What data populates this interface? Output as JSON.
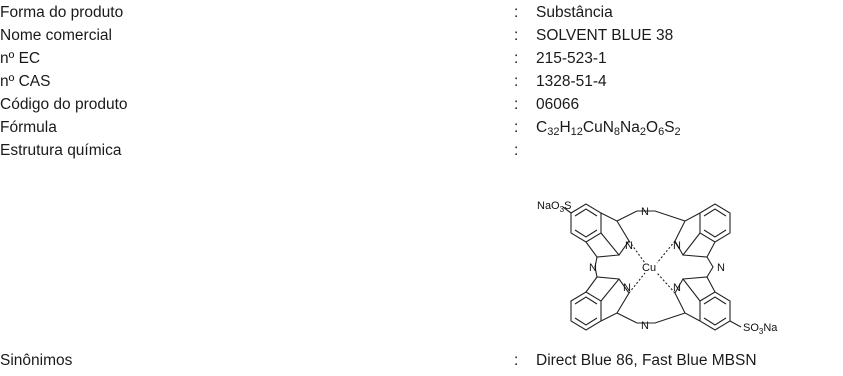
{
  "rows": [
    {
      "label": "Forma do produto",
      "value": "Substância"
    },
    {
      "label": "Nome comercial",
      "value": "SOLVENT BLUE 38"
    },
    {
      "label": "nº EC",
      "value": "215-523-1"
    },
    {
      "label": "nº CAS",
      "value": "1328-51-4"
    },
    {
      "label": "Código do produto",
      "value": "06066"
    },
    {
      "label": "Fórmula",
      "value": ""
    },
    {
      "label": "Estrutura química",
      "value": ""
    },
    {
      "label": "Sinônimos",
      "value": "Direct Blue 86, Fast Blue MBSN"
    }
  ],
  "separator": ":",
  "formula": {
    "parts": [
      {
        "el": "C",
        "n": "32"
      },
      {
        "el": "H",
        "n": "12"
      },
      {
        "el": "CuN",
        "n": "8"
      },
      {
        "el": "Na",
        "n": "2"
      },
      {
        "el": "O",
        "n": "6"
      },
      {
        "el": "S",
        "n": "2"
      }
    ]
  },
  "structure": {
    "left_group": {
      "a": "NaO",
      "b": "3",
      "c": "S"
    },
    "right_group": {
      "a": "SO",
      "b": "3",
      "c": "Na"
    },
    "metal": "Cu",
    "nitrogen": "N"
  }
}
